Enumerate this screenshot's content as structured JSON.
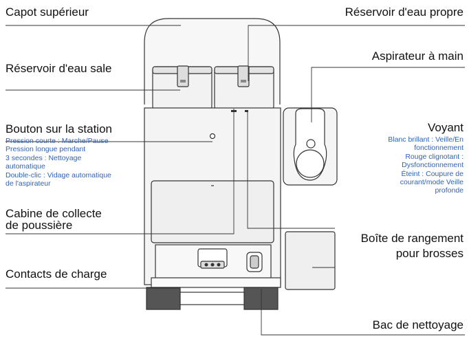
{
  "labels": {
    "top_cover": "Capot supérieur",
    "clean_tank": "Réservoir d'eau propre",
    "dirty_tank": "Réservoir d'eau sale",
    "handheld_vacuum": "Aspirateur à main",
    "station_button": "Bouton sur la station",
    "indicator": "Voyant",
    "dust_cabin_line1": "Cabine de collecte",
    "dust_cabin_line2": "de poussière",
    "brush_box_line1": "Boîte de rangement",
    "brush_box_line2": "pour brosses",
    "charging_contacts": "Contacts de charge",
    "cleaning_tray": "Bac de nettoyage"
  },
  "button_notes": [
    "Pression courte : Marche/Pause",
    "Pression longue pendant",
    "3 secondes : Nettoyage",
    "automatique",
    "Double-clic : Vidage automatique",
    "de l'aspirateur"
  ],
  "indicator_notes": [
    "Blanc brillant  : Veille/En",
    "fonctionnement",
    "Rouge clignotant :",
    "Dysfonctionnement",
    "Éteint : Coupure de",
    "courant/mode Veille",
    "profonde"
  ],
  "colors": {
    "line": "#222222",
    "device_fill": "#f2f2f2",
    "note_blue": "#2f63b8"
  }
}
